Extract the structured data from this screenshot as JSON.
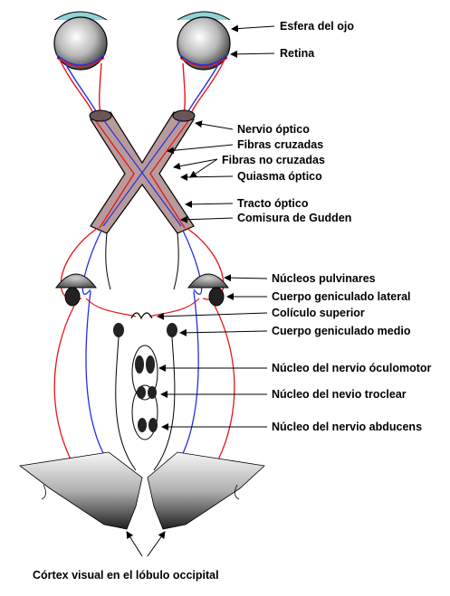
{
  "labels": {
    "eyeball": "Esfera del ojo",
    "retina": "Retina",
    "optic_nerve": "Nervio óptico",
    "crossed_fibers": "Fibras cruzadas",
    "uncrossed_fibers": "Fibras no cruzadas",
    "optic_chiasm": "Quiasma óptico",
    "optic_tract": "Tracto óptico",
    "gudden_commissure": "Comisura de Gudden",
    "pulvinar_nuclei": "Núcleos pulvinares",
    "lateral_geniculate": "Cuerpo geniculado lateral",
    "superior_colliculus": "Colículo superior",
    "medial_geniculate": "Cuerpo geniculado medio",
    "oculomotor_nucleus": "Núcleo del nervio óculomotor",
    "trochlear_nucleus": "Núcleo del nevio troclear",
    "abducens_nucleus": "Núcleo del nervio abducens"
  },
  "caption": "Córtex visual en el lóbulo occipital",
  "colors": {
    "crossed": "#e8141c",
    "uncrossed": "#2430e0",
    "chiasm_fill": "#b89a9a",
    "outline": "#000000"
  }
}
